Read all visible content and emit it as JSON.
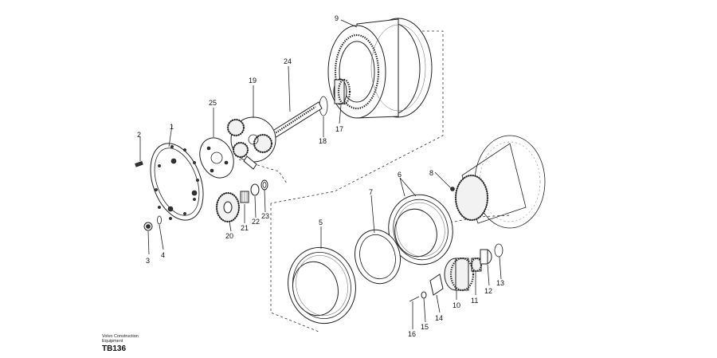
{
  "parts": [
    "1",
    "2",
    "3",
    "4",
    "5",
    "6",
    "7",
    "8",
    "9",
    "10",
    "11",
    "12",
    "13",
    "14",
    "15",
    "16",
    "17",
    "18",
    "19",
    "20",
    "21",
    "22",
    "23",
    "24",
    "25"
  ],
  "footer": {
    "line1": "Volvo Construction",
    "line2": "Equipment",
    "code": "TB136"
  }
}
